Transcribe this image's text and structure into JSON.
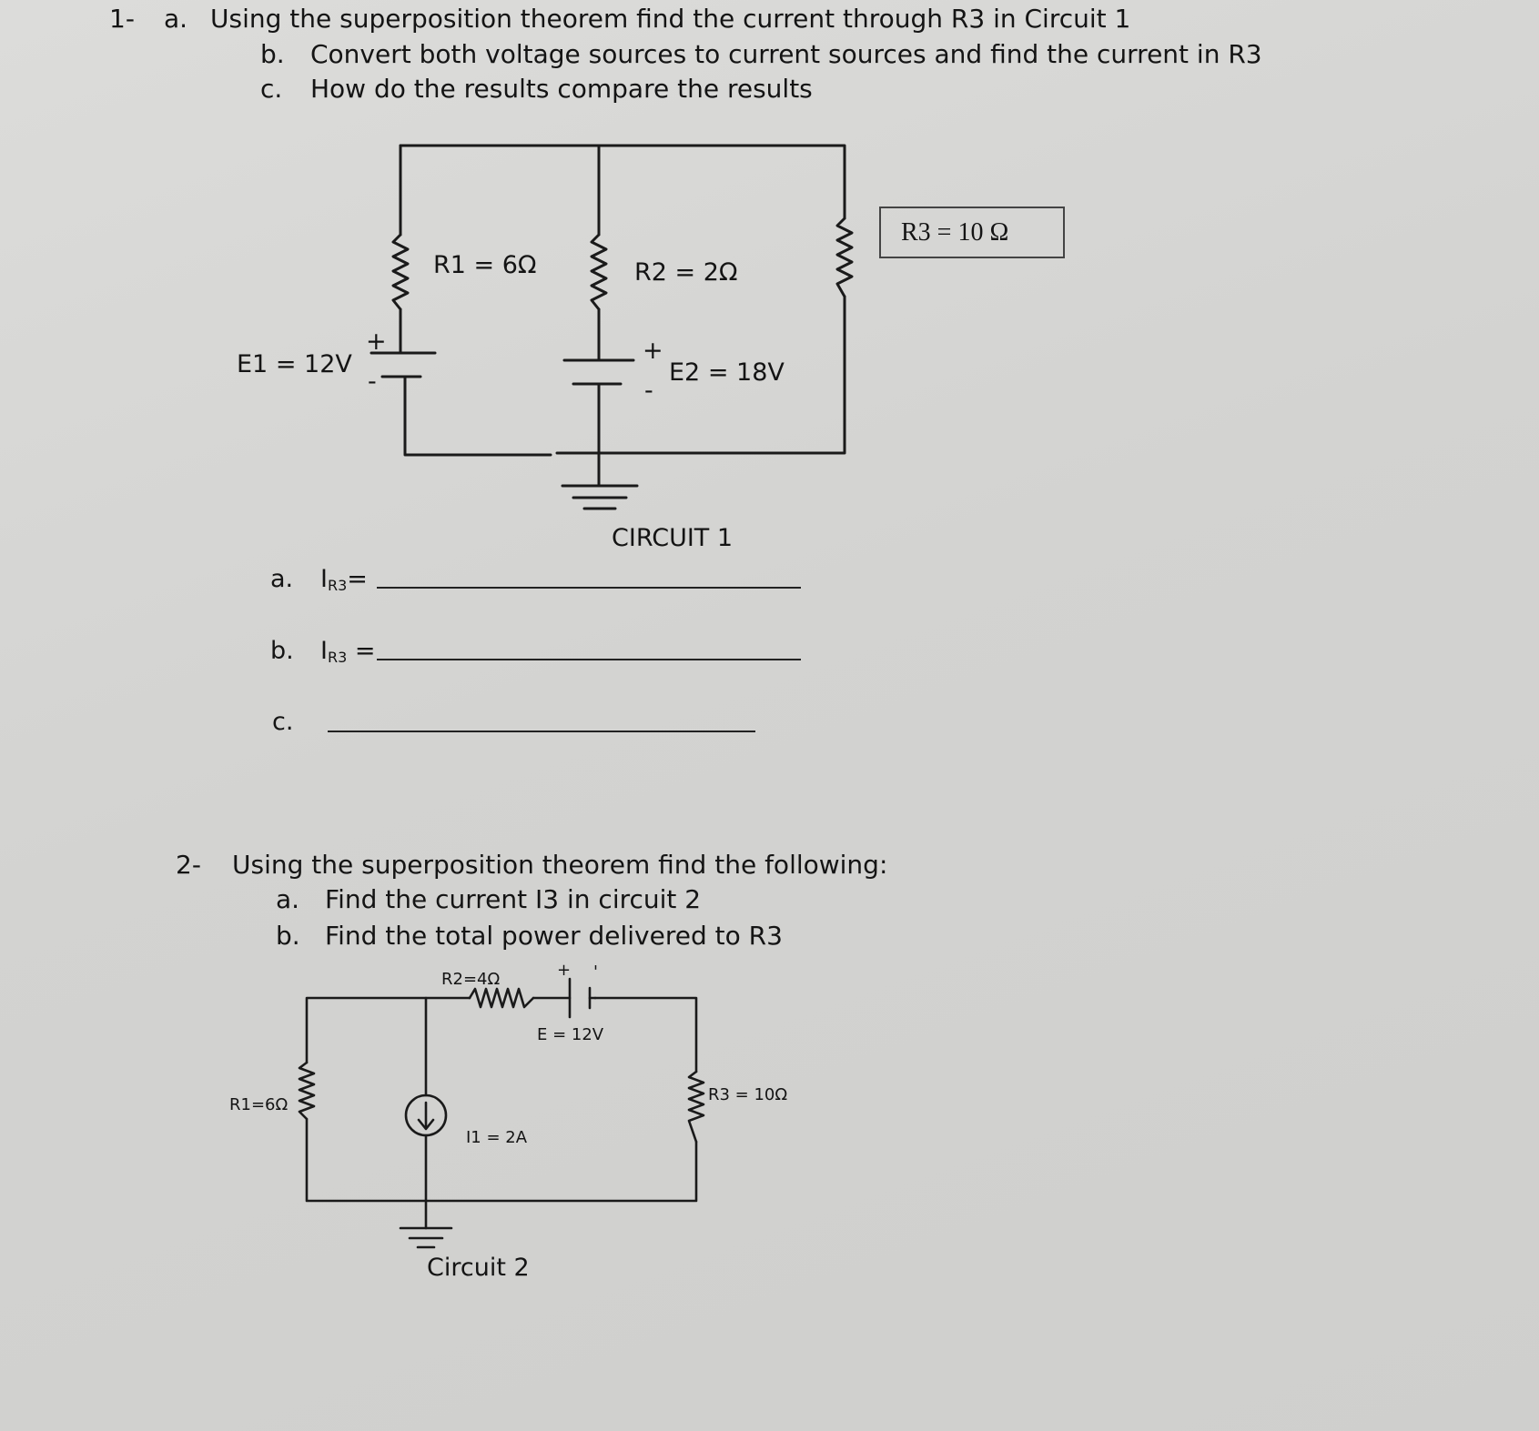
{
  "problem1": {
    "number": "1-",
    "a_marker": "a.",
    "a_text": "Using the superposition theorem find the current through R3 in Circuit 1",
    "b_marker": "b.",
    "b_text": "Convert both voltage sources to current sources and  find the current in R3",
    "c_marker": "c.",
    "c_text": "How do the results compare the results"
  },
  "circuit1": {
    "r1": "R1 = 6Ω",
    "r2": "R2 = 2Ω",
    "r3": "R3 = 10 Ω",
    "e1": "E1 = 12V",
    "e2": "E2 = 18V",
    "plus": "+",
    "minus": "-",
    "caption": "CIRCUIT  1"
  },
  "answers": {
    "a_marker": "a.",
    "b_marker": "b.",
    "c_marker": "c.",
    "i_letter": "I",
    "r3_sub": "R3",
    "eq_a": "=",
    "eq_b": " ="
  },
  "problem2": {
    "number": "2-",
    "text": "Using the superposition theorem find the following:",
    "a_marker": "a.",
    "a_text": "Find the current I3 in circuit 2",
    "b_marker": "b.",
    "b_text": "Find the total power delivered to R3"
  },
  "circuit2": {
    "r1": "R1=6Ω",
    "r2": "R2=4Ω",
    "r3": "R3 = 10Ω",
    "e": "E = 12V",
    "i1": "I1 = 2A",
    "plus": "+",
    "tick": "'",
    "caption": "Circuit 2"
  }
}
